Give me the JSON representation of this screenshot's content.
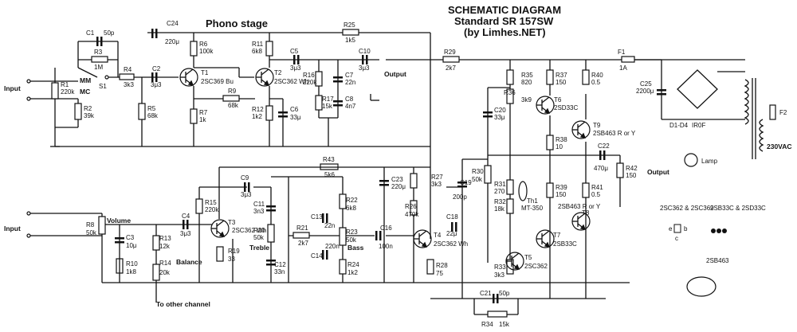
{
  "title": {
    "line1": "SCHEMATIC DIAGRAM",
    "line2": "Standard SR 157SW",
    "line3": "(by Limhes.NET)"
  },
  "sections": {
    "phono": "Phono stage"
  },
  "labels": {
    "input_top": "Input",
    "input_bottom": "Input",
    "output_phono": "Output",
    "output_main": "Output",
    "mm": "MM",
    "mc": "MC",
    "s1": "S1",
    "volume": "Volume",
    "balance": "Balance",
    "treble": "Treble",
    "bass": "Bass",
    "to_other_channel": "To other channel",
    "lamp": "Lamp",
    "mains": "230VAC",
    "f1": "F1",
    "f1v": "1A",
    "f2": "F2",
    "diodes": "D1-D4",
    "irof": "IR0F"
  },
  "components": {
    "C1": [
      "C1",
      "50p"
    ],
    "R3": [
      "R3",
      "1M"
    ],
    "R1": [
      "R1",
      "220k"
    ],
    "R2": [
      "R2",
      "39k"
    ],
    "R4": [
      "R4",
      "3k3"
    ],
    "C2": [
      "C2",
      "3μ3"
    ],
    "R5": [
      "R5",
      "68k"
    ],
    "C24": [
      "C24",
      "220μ"
    ],
    "R6": [
      "R6",
      "100k"
    ],
    "T1": [
      "T1",
      "2SC369 Bu"
    ],
    "R7": [
      "R7",
      "1k"
    ],
    "R9": [
      "R9",
      "68k"
    ],
    "R11": [
      "R11",
      "6k8"
    ],
    "T2": [
      "T2",
      "2SC362 Wh"
    ],
    "R12": [
      "R12",
      "1k2"
    ],
    "C6": [
      "C6",
      "33μ"
    ],
    "C5": [
      "C5",
      "3μ3"
    ],
    "R16": [
      "R16",
      "220k"
    ],
    "C7": [
      "C7",
      "22n"
    ],
    "R17": [
      "R17",
      "15k"
    ],
    "C8": [
      "C8",
      "4n7"
    ],
    "C10": [
      "C10",
      "3μ3"
    ],
    "R25": [
      "R25",
      "1k5"
    ],
    "R29": [
      "R29",
      "2k7"
    ],
    "R35": [
      "R35",
      "820"
    ],
    "R36": [
      "R36",
      "3k9"
    ],
    "C20": [
      "C20",
      "33μ"
    ],
    "R37": [
      "R37",
      "150"
    ],
    "T6": [
      "T6",
      "2SD33C"
    ],
    "R40": [
      "R40",
      "0.5"
    ],
    "T9": [
      "T9",
      "2SB463 R or Y"
    ],
    "R38": [
      "R38",
      "10"
    ],
    "C25": [
      "C25",
      "2200μ"
    ],
    "C22": [
      "C22",
      "470μ"
    ],
    "R42": [
      "R42",
      "150"
    ],
    "R43": [
      "R43",
      "5k6"
    ],
    "C9": [
      "C9",
      "3μ3"
    ],
    "R15": [
      "R15",
      "220k"
    ],
    "T3": [
      "T3",
      "2SC362 Wh"
    ],
    "R19": [
      "R19",
      "33"
    ],
    "C11": [
      "C11",
      "3n3"
    ],
    "R20": [
      "R20",
      "50k"
    ],
    "C12": [
      "C12",
      "33n"
    ],
    "R21": [
      "R21",
      "2k7"
    ],
    "R22": [
      "R22",
      "6k8"
    ],
    "C13": [
      "C13",
      "22n"
    ],
    "C14": [
      "C14",
      "220n"
    ],
    "R23": [
      "R23",
      "50k"
    ],
    "R24": [
      "R24",
      "1k2"
    ],
    "C23": [
      "C23",
      "220μ"
    ],
    "R27": [
      "R27",
      "3k3"
    ],
    "R26": [
      "R26",
      "470k"
    ],
    "C18": [
      "C18",
      "22μ"
    ],
    "C16": [
      "C16",
      "100n"
    ],
    "T4": [
      "T4",
      "2SC362 Wh"
    ],
    "R28": [
      "R28",
      "75"
    ],
    "C19": [
      "C19",
      "200p"
    ],
    "R30": [
      "R30",
      "50k"
    ],
    "R31": [
      "R31",
      "270"
    ],
    "R32": [
      "R32",
      "18k"
    ],
    "Th1": [
      "Th1",
      "MT-350"
    ],
    "R33": [
      "R33",
      "3k3"
    ],
    "T5": [
      "T5",
      "2SC362"
    ],
    "R39": [
      "R39",
      "150"
    ],
    "R41": [
      "R41",
      "0.5"
    ],
    "T8": [
      "T8",
      "2SB463 R or Y"
    ],
    "T7": [
      "T7",
      "2SB33C"
    ],
    "R8": [
      "R8",
      "50k"
    ],
    "C3": [
      "C3",
      "10μ"
    ],
    "R10": [
      "R10",
      "1k8"
    ],
    "C4": [
      "C4",
      "3μ3"
    ],
    "R13": [
      "R13",
      "12k"
    ],
    "R14": [
      "R14",
      "20k"
    ],
    "C21": [
      "C21",
      "50p"
    ],
    "R34": [
      "R34",
      "15k"
    ]
  },
  "legend": {
    "pinout1": "2SC362 & 2SC369",
    "pinout2": "2SB33C & 2SD33C",
    "pinout3": "2SB463",
    "pin_e": "e",
    "pin_b": "b",
    "pin_c": "c"
  }
}
